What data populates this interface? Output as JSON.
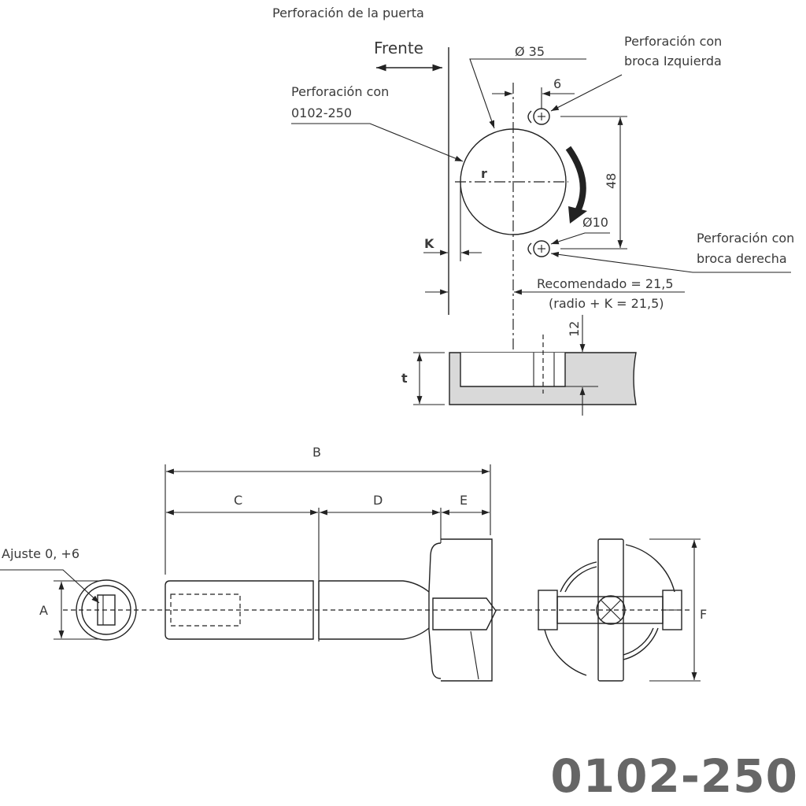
{
  "title": "Perforación de la puerta",
  "labels": {
    "front": "Frente",
    "diameter_35": "Ø 35",
    "drill_main_1": "Perforación con",
    "drill_main_2": "0102-250",
    "drill_left_1": "Perforación con",
    "drill_left_2": "broca Izquierda",
    "drill_right_1": "Perforación con",
    "drill_right_2": "broca derecha",
    "dim_6": "6",
    "dim_48": "48",
    "diameter_10": "Ø10",
    "radius": "r",
    "k": "K",
    "recommended": "Recomendado = 21,5",
    "recommended_formula": "(radio + K = 21,5)",
    "dim_12": "12",
    "thickness": "t",
    "dim_b": "B",
    "dim_c": "C",
    "dim_d": "D",
    "dim_e": "E",
    "dim_f": "F",
    "dim_a": "A",
    "adjust": "Ajuste 0, +6"
  },
  "product_code": "0102-250",
  "colors": {
    "section_fill": "#d9d9d9",
    "code_text": "#666666"
  }
}
